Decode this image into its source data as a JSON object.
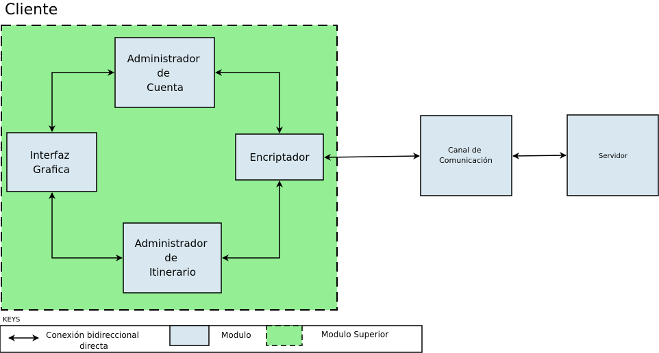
{
  "title": "Cliente",
  "colors": {
    "module_fill": "#d9e8f0",
    "superior_fill": "#94ee94",
    "stroke": "#000000"
  },
  "nodes": {
    "admin_cuenta": [
      "Administrador",
      "de",
      "Cuenta"
    ],
    "interfaz": [
      "Interfaz",
      "Grafica"
    ],
    "encriptador": [
      "Encriptador"
    ],
    "admin_itinerario": [
      "Administrador",
      "de",
      "Itinerario"
    ],
    "canal": [
      "Canal de",
      "Comunicación"
    ],
    "servidor": [
      "Servidor"
    ]
  },
  "legend": {
    "title": "KEYS",
    "connection_label": [
      "Conexión bidireccional",
      "directa"
    ],
    "module_label": "Modulo",
    "superior_label": "Modulo Superior"
  }
}
